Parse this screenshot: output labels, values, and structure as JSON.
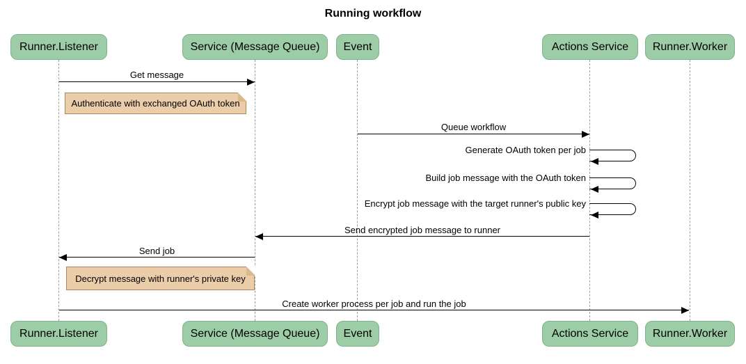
{
  "diagram": {
    "type": "sequence",
    "title": "Running workflow"
  },
  "actors": [
    {
      "id": "runner-listener",
      "label": "Runner.Listener"
    },
    {
      "id": "service-message-queue",
      "label": "Service (Message Queue)"
    },
    {
      "id": "event",
      "label": "Event"
    },
    {
      "id": "actions-service",
      "label": "Actions Service"
    },
    {
      "id": "runner-worker",
      "label": "Runner.Worker"
    }
  ],
  "messages": [
    {
      "label": "Get message",
      "from": "Runner.Listener",
      "to": "Service (Message Queue)",
      "kind": "solid-arrow"
    },
    {
      "label": "Queue workflow",
      "from": "Event",
      "to": "Actions Service",
      "kind": "solid-arrow"
    },
    {
      "label": "Generate OAuth token per job",
      "from": "Actions Service",
      "to": "Actions Service",
      "kind": "self-arrow"
    },
    {
      "label": "Build job message with the OAuth token",
      "from": "Actions Service",
      "to": "Actions Service",
      "kind": "self-arrow"
    },
    {
      "label": "Encrypt job message with the target runner's public key",
      "from": "Actions Service",
      "to": "Actions Service",
      "kind": "self-arrow"
    },
    {
      "label": "Send encrypted job message to runner",
      "from": "Actions Service",
      "to": "Service (Message Queue)",
      "kind": "solid-arrow"
    },
    {
      "label": "Send job",
      "from": "Service (Message Queue)",
      "to": "Runner.Listener",
      "kind": "solid-arrow"
    },
    {
      "label": "Create worker process per job and run the job",
      "from": "Runner.Listener",
      "to": "Runner.Worker",
      "kind": "solid-arrow"
    }
  ],
  "notes": [
    {
      "label": "Authenticate with exchanged OAuth token",
      "over": "Runner.Listener"
    },
    {
      "label": "Decrypt message with runner's private key",
      "over": "Runner.Listener"
    }
  ],
  "colors": {
    "background": "#ffffff",
    "actor_fill": "#9CCDA6",
    "actor_border": "#7FB28A",
    "note_fill": "#EBCDAA",
    "note_border": "#AA8B55",
    "lifeline": "#9E9E9E",
    "arrow": "#000000",
    "text": "#000000"
  }
}
